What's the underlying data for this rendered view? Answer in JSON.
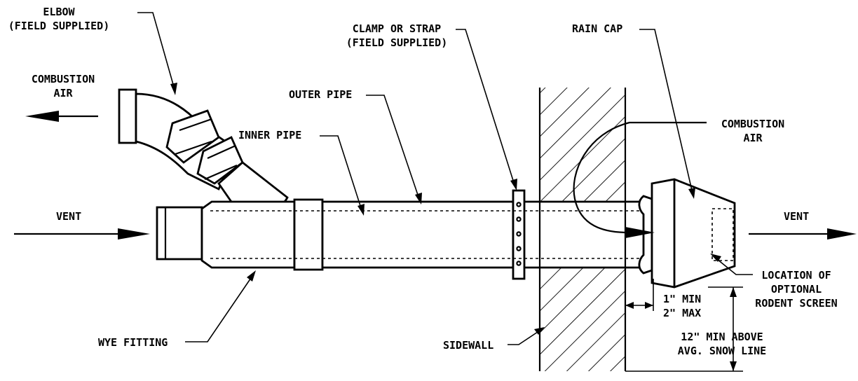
{
  "labels": {
    "elbow": [
      "ELBOW",
      "(FIELD SUPPLIED)"
    ],
    "combustion_air_left": [
      "COMBUSTION",
      "AIR"
    ],
    "clamp": [
      "CLAMP OR STRAP",
      "(FIELD SUPPLIED)"
    ],
    "rain_cap": "RAIN CAP",
    "outer_pipe": "OUTER PIPE",
    "inner_pipe": "INNER PIPE",
    "combustion_air_right": [
      "COMBUSTION",
      "AIR"
    ],
    "vent_left": "VENT",
    "vent_right": "VENT",
    "rodent_screen": [
      "LOCATION OF",
      "OPTIONAL",
      "RODENT SCREEN"
    ],
    "clearance": [
      "1\" MIN",
      "2\" MAX"
    ],
    "snow_line": [
      "12\" MIN ABOVE",
      "AVG. SNOW LINE"
    ],
    "wye_fitting": "WYE FITTING",
    "sidewall": "SIDEWALL"
  }
}
